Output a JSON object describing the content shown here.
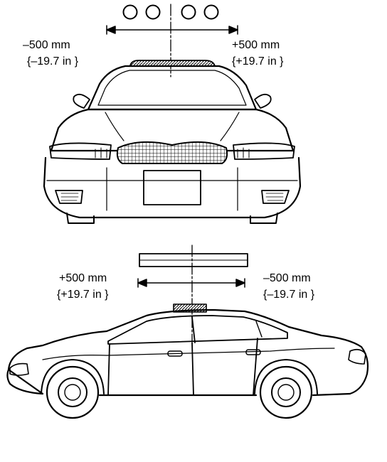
{
  "front_view": {
    "left_offset_mm": "–500 mm",
    "left_offset_in": "{–19.7 in }",
    "right_offset_mm": "+500 mm",
    "right_offset_in": "{+19.7 in }"
  },
  "side_view": {
    "left_offset_mm": "+500 mm",
    "left_offset_in": "{+19.7 in }",
    "right_offset_mm": "–500 mm",
    "right_offset_in": "{–19.7 in }"
  }
}
